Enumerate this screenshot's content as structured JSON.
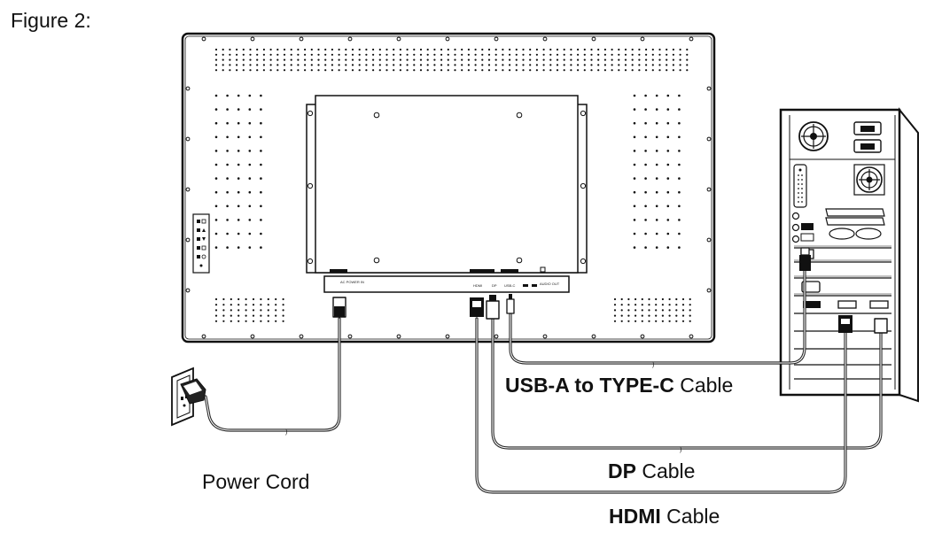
{
  "figure": {
    "title": "Figure 2:"
  },
  "cables": {
    "usb": {
      "bold": "USB-A to TYPE-C",
      "rest": " Cable"
    },
    "dp": {
      "bold": "DP",
      "rest": " Cable"
    },
    "hdmi": {
      "bold": "HDMI",
      "rest": " Cable"
    },
    "power": {
      "label": "Power Cord"
    }
  },
  "monitor_ports": {
    "power": "AC POWER IN",
    "hdmi": "HDMI",
    "dp": "DP",
    "usbc": "USB-C",
    "audio": "AUDIO OUT"
  },
  "colors": {
    "line": "#111111",
    "cable": "#222222",
    "grey": "#777777"
  }
}
